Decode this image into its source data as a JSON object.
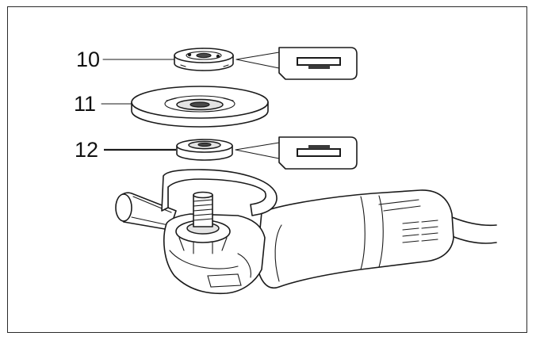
{
  "callouts": {
    "flange_nut": "10",
    "disc": "11",
    "inner_flange": "12"
  }
}
